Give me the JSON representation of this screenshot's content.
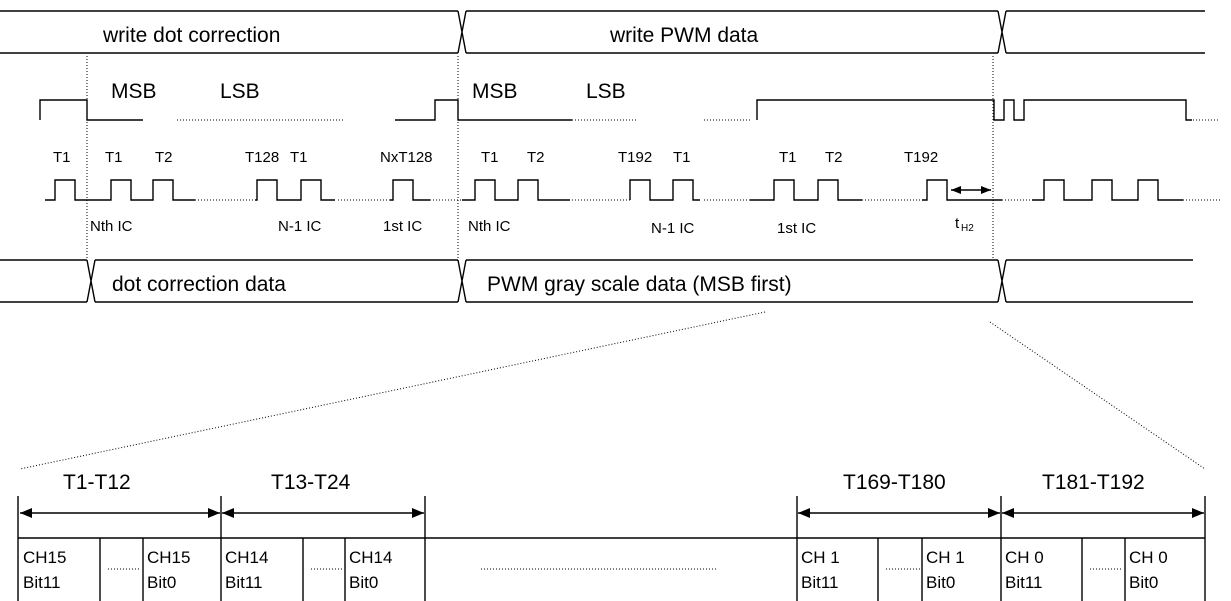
{
  "phases": {
    "write_dc": "write dot correction",
    "write_pwm": "write PWM data"
  },
  "data_bus": {
    "dc_data": "dot correction data",
    "pwm_data": "PWM gray scale data (MSB first)"
  },
  "bit_order": {
    "msb_1": "MSB",
    "lsb_1": "LSB",
    "msb_2": "MSB",
    "lsb_2": "LSB"
  },
  "clock_labels": {
    "t1_a": "T1",
    "t1_b": "T1",
    "t2_b": "T2",
    "t128": "T128",
    "t1_c": "T1",
    "nxt128": "NxT128",
    "t1_d": "T1",
    "t2_d": "T2",
    "t192_e": "T192",
    "t1_e": "T1",
    "t1_f": "T1",
    "t2_f": "T2",
    "t192_g": "T192"
  },
  "ic_labels": {
    "nth_1": "Nth IC",
    "n1_1": "N-1 IC",
    "first_1": "1st IC",
    "nth_2": "Nth IC",
    "n1_2": "N-1 IC",
    "first_2": "1st IC"
  },
  "timing": {
    "th2_main": "t",
    "th2_sub": "H2"
  },
  "expansion": {
    "groups": [
      {
        "range": "T1-T12",
        "first_ch": "CH15",
        "last_ch": "CH15",
        "first_bit": "Bit11",
        "last_bit": "Bit0"
      },
      {
        "range": "T13-T24",
        "first_ch": "CH14",
        "last_ch": "CH14",
        "first_bit": "Bit11",
        "last_bit": "Bit0"
      },
      {
        "range": "T169-T180",
        "first_ch": "CH 1",
        "last_ch": "CH 1",
        "first_bit": "Bit11",
        "last_bit": "Bit0"
      },
      {
        "range": "T181-T192",
        "first_ch": "CH 0",
        "last_ch": "CH 0",
        "first_bit": "Bit11",
        "last_bit": "Bit0"
      }
    ]
  }
}
